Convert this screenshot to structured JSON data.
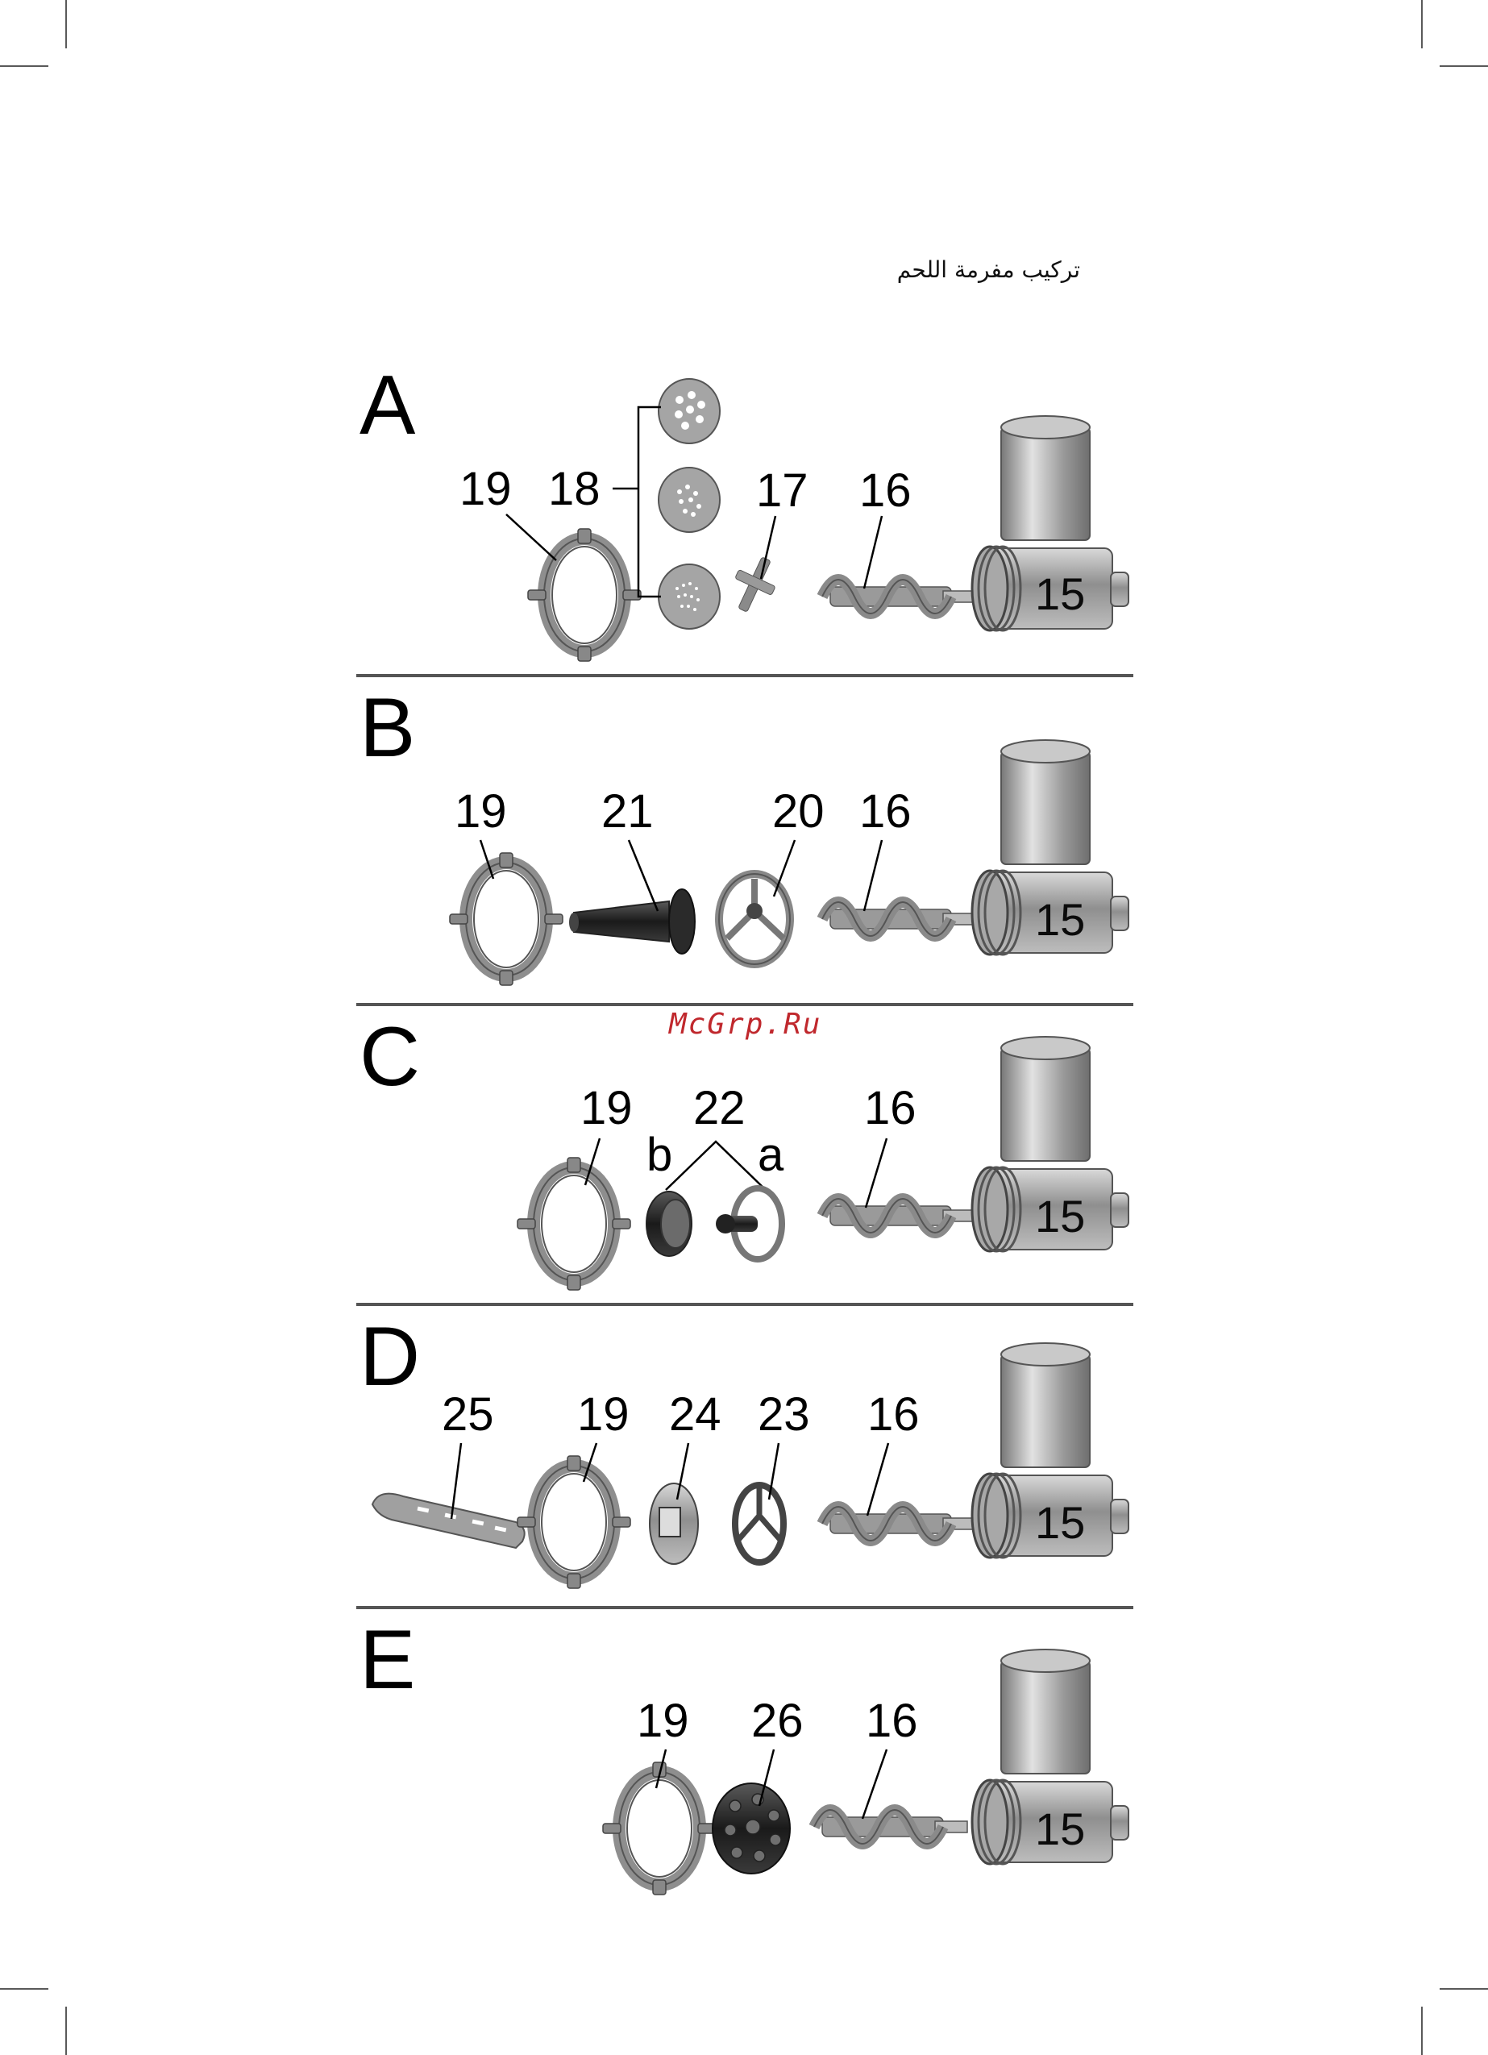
{
  "header": {
    "title": "تركيب مفرمة اللحم"
  },
  "watermark": "McGrp.Ru",
  "panels": [
    {
      "letter": "A",
      "labels": [
        "19",
        "18",
        "17",
        "16",
        "15"
      ]
    },
    {
      "letter": "B",
      "labels": [
        "19",
        "21",
        "20",
        "16",
        "15"
      ]
    },
    {
      "letter": "C",
      "labels": [
        "19",
        "22",
        "b",
        "a",
        "16",
        "15"
      ]
    },
    {
      "letter": "D",
      "labels": [
        "25",
        "19",
        "24",
        "23",
        "16",
        "15"
      ]
    },
    {
      "letter": "E",
      "labels": [
        "19",
        "26",
        "16",
        "15"
      ]
    }
  ]
}
